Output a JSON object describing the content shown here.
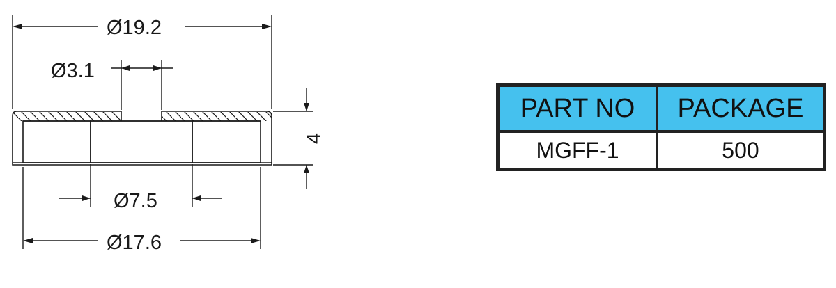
{
  "dimensions": {
    "outer_top": "Ø19.2",
    "hole": "Ø3.1",
    "bore": "Ø7.5",
    "outer_bottom": "Ø17.6",
    "height": "4"
  },
  "table": {
    "headers": [
      "PART NO",
      "PACKAGE"
    ],
    "row": [
      "MGFF-1",
      "500"
    ],
    "header_color": "#45c1ee"
  }
}
